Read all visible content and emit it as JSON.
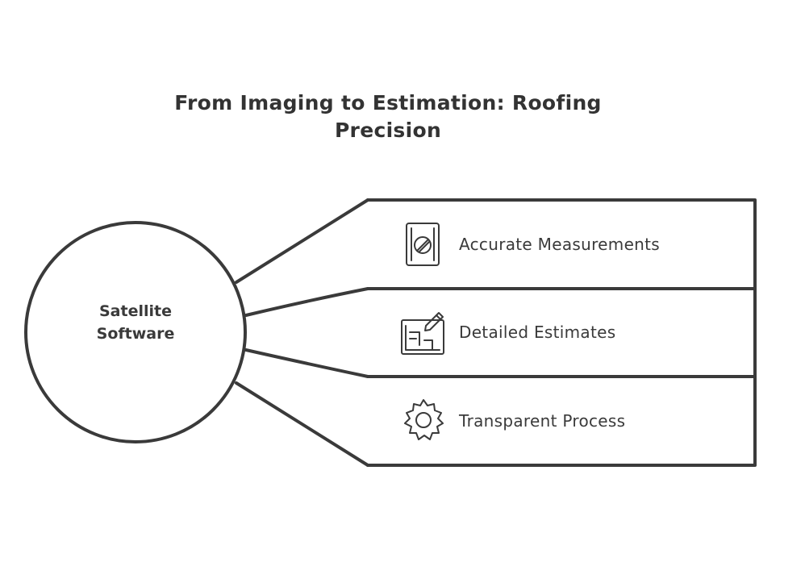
{
  "title": {
    "line1": "From Imaging to Estimation: Roofing",
    "line2": "Precision"
  },
  "hub": {
    "line1": "Satellite",
    "line2": "Software"
  },
  "items": [
    {
      "label": "Accurate Measurements",
      "icon": "measuring-tool-icon"
    },
    {
      "label": "Detailed Estimates",
      "icon": "blueprint-pencil-icon"
    },
    {
      "label": "Transparent Process",
      "icon": "gear-icon"
    }
  ],
  "colors": {
    "stroke": "#3a3a3a",
    "background": "#ffffff"
  }
}
